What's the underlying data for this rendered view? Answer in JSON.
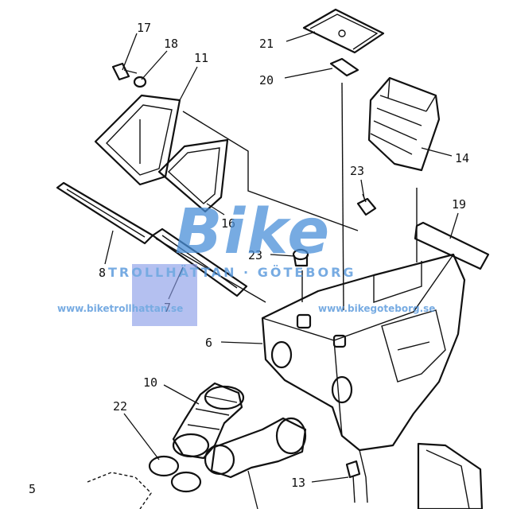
{
  "diagram": {
    "callouts": [
      {
        "key": "c17",
        "text": "17"
      },
      {
        "key": "c18",
        "text": "18"
      },
      {
        "key": "c11",
        "text": "11"
      },
      {
        "key": "c21",
        "text": "21"
      },
      {
        "key": "c20",
        "text": "20"
      },
      {
        "key": "c14",
        "text": "14"
      },
      {
        "key": "c23a",
        "text": "23"
      },
      {
        "key": "c19",
        "text": "19"
      },
      {
        "key": "c16",
        "text": "16"
      },
      {
        "key": "c8",
        "text": "8"
      },
      {
        "key": "c23b",
        "text": "23"
      },
      {
        "key": "c7",
        "text": "7"
      },
      {
        "key": "c6",
        "text": "6"
      },
      {
        "key": "c10",
        "text": "10"
      },
      {
        "key": "c22",
        "text": "22"
      },
      {
        "key": "c5",
        "text": "5"
      },
      {
        "key": "c13",
        "text": "13"
      }
    ]
  },
  "watermark": {
    "brand": "Bike",
    "subline": "TROLLHÄTTAN · GÖTEBORG",
    "url_left": "www.biketrollhattan.se",
    "url_right": "www.bikegoteborg.se",
    "color": "#4a90d9"
  }
}
